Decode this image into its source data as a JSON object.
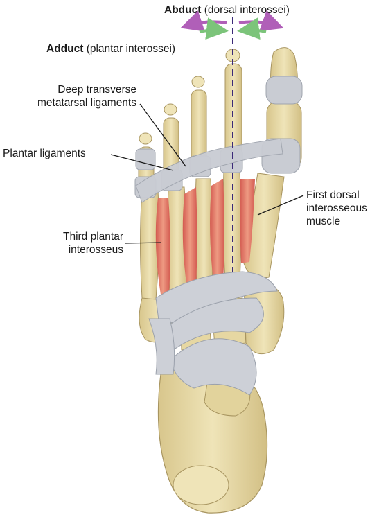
{
  "header": {
    "abduct_bold": "Abduct",
    "abduct_rest": " (dorsal interossei)",
    "adduct_bold": "Adduct",
    "adduct_rest": " (plantar interossei)"
  },
  "labels": {
    "deep_line1": "Deep transverse",
    "deep_line2": "metatarsal ligaments",
    "plantar_ligaments": "Plantar ligaments",
    "first_line1": "First dorsal",
    "first_line2": "interosseous",
    "first_line3": "muscle",
    "third_line1": "Third plantar",
    "third_line2": "interosseus"
  },
  "colors": {
    "bone": "#e8dcaa",
    "bone_shade": "#c9b57a",
    "ligament": "#c9ccd3",
    "ligament_line": "#9fa4ae",
    "muscle": "#d9685c",
    "muscle_light": "#ef9a7e",
    "abduct_arrow": "#b05fb8",
    "adduct_arrow": "#7cc47a",
    "axis_line": "#3b2a78"
  }
}
